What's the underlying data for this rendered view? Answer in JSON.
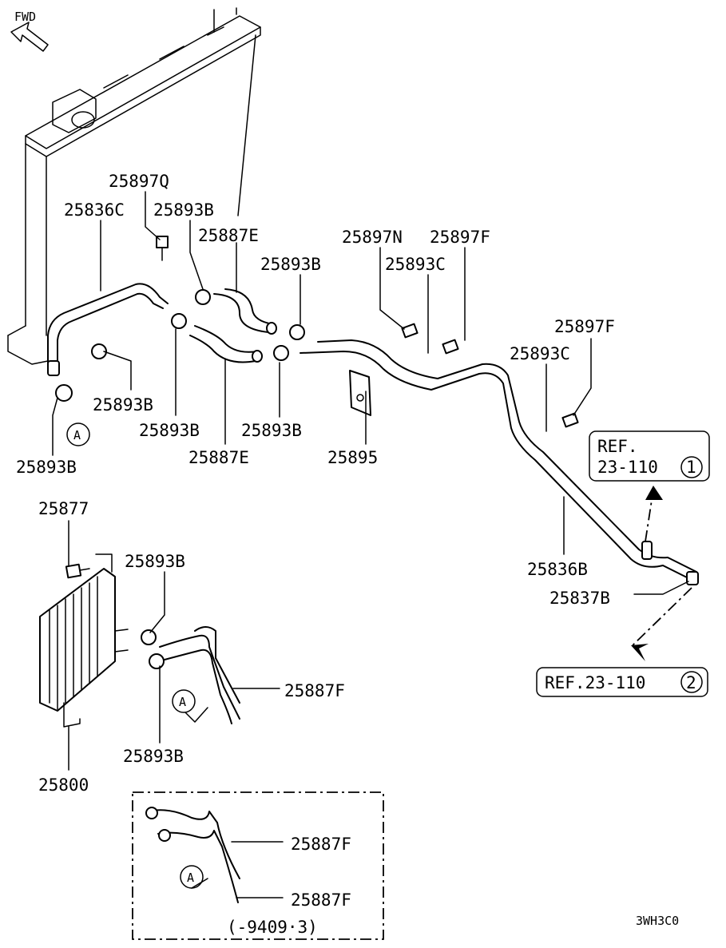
{
  "direction_label": "FWD",
  "labels": {
    "p25897Q": "25897Q",
    "p25836C": "25836C",
    "p25893B_top": "25893B",
    "p25887E_top": "25887E",
    "p25893B_mid": "25893B",
    "p25897N": "25897N",
    "p25897F_top": "25897F",
    "p25893C_top": "25893C",
    "p25897F_right": "25897F",
    "p25893C_right": "25893C",
    "p25893B_left1": "25893B",
    "p25893B_left2": "25893B",
    "p25893B_left3": "25893B",
    "p25887E_bot": "25887E",
    "p25893B_bot": "25893B",
    "p25895": "25895",
    "p25836B": "25836B",
    "p25837B": "25837B",
    "p25877": "25877",
    "p25893B_cooler1": "25893B",
    "p25893B_cooler2": "25893B",
    "p25887F": "25887F",
    "p25800": "25800",
    "p25887F_inset1": "25887F",
    "p25887F_inset2": "25887F"
  },
  "references": {
    "ref1_line1": "REF.",
    "ref1_line2": "23-110",
    "ref1_num": "1",
    "ref2_text": "REF.23-110",
    "ref2_num": "2"
  },
  "markers": {
    "a1": "A",
    "a2": "A",
    "a3": "A"
  },
  "inset_caption": "(-9409·3)",
  "drawing_code": "3WH3C0"
}
